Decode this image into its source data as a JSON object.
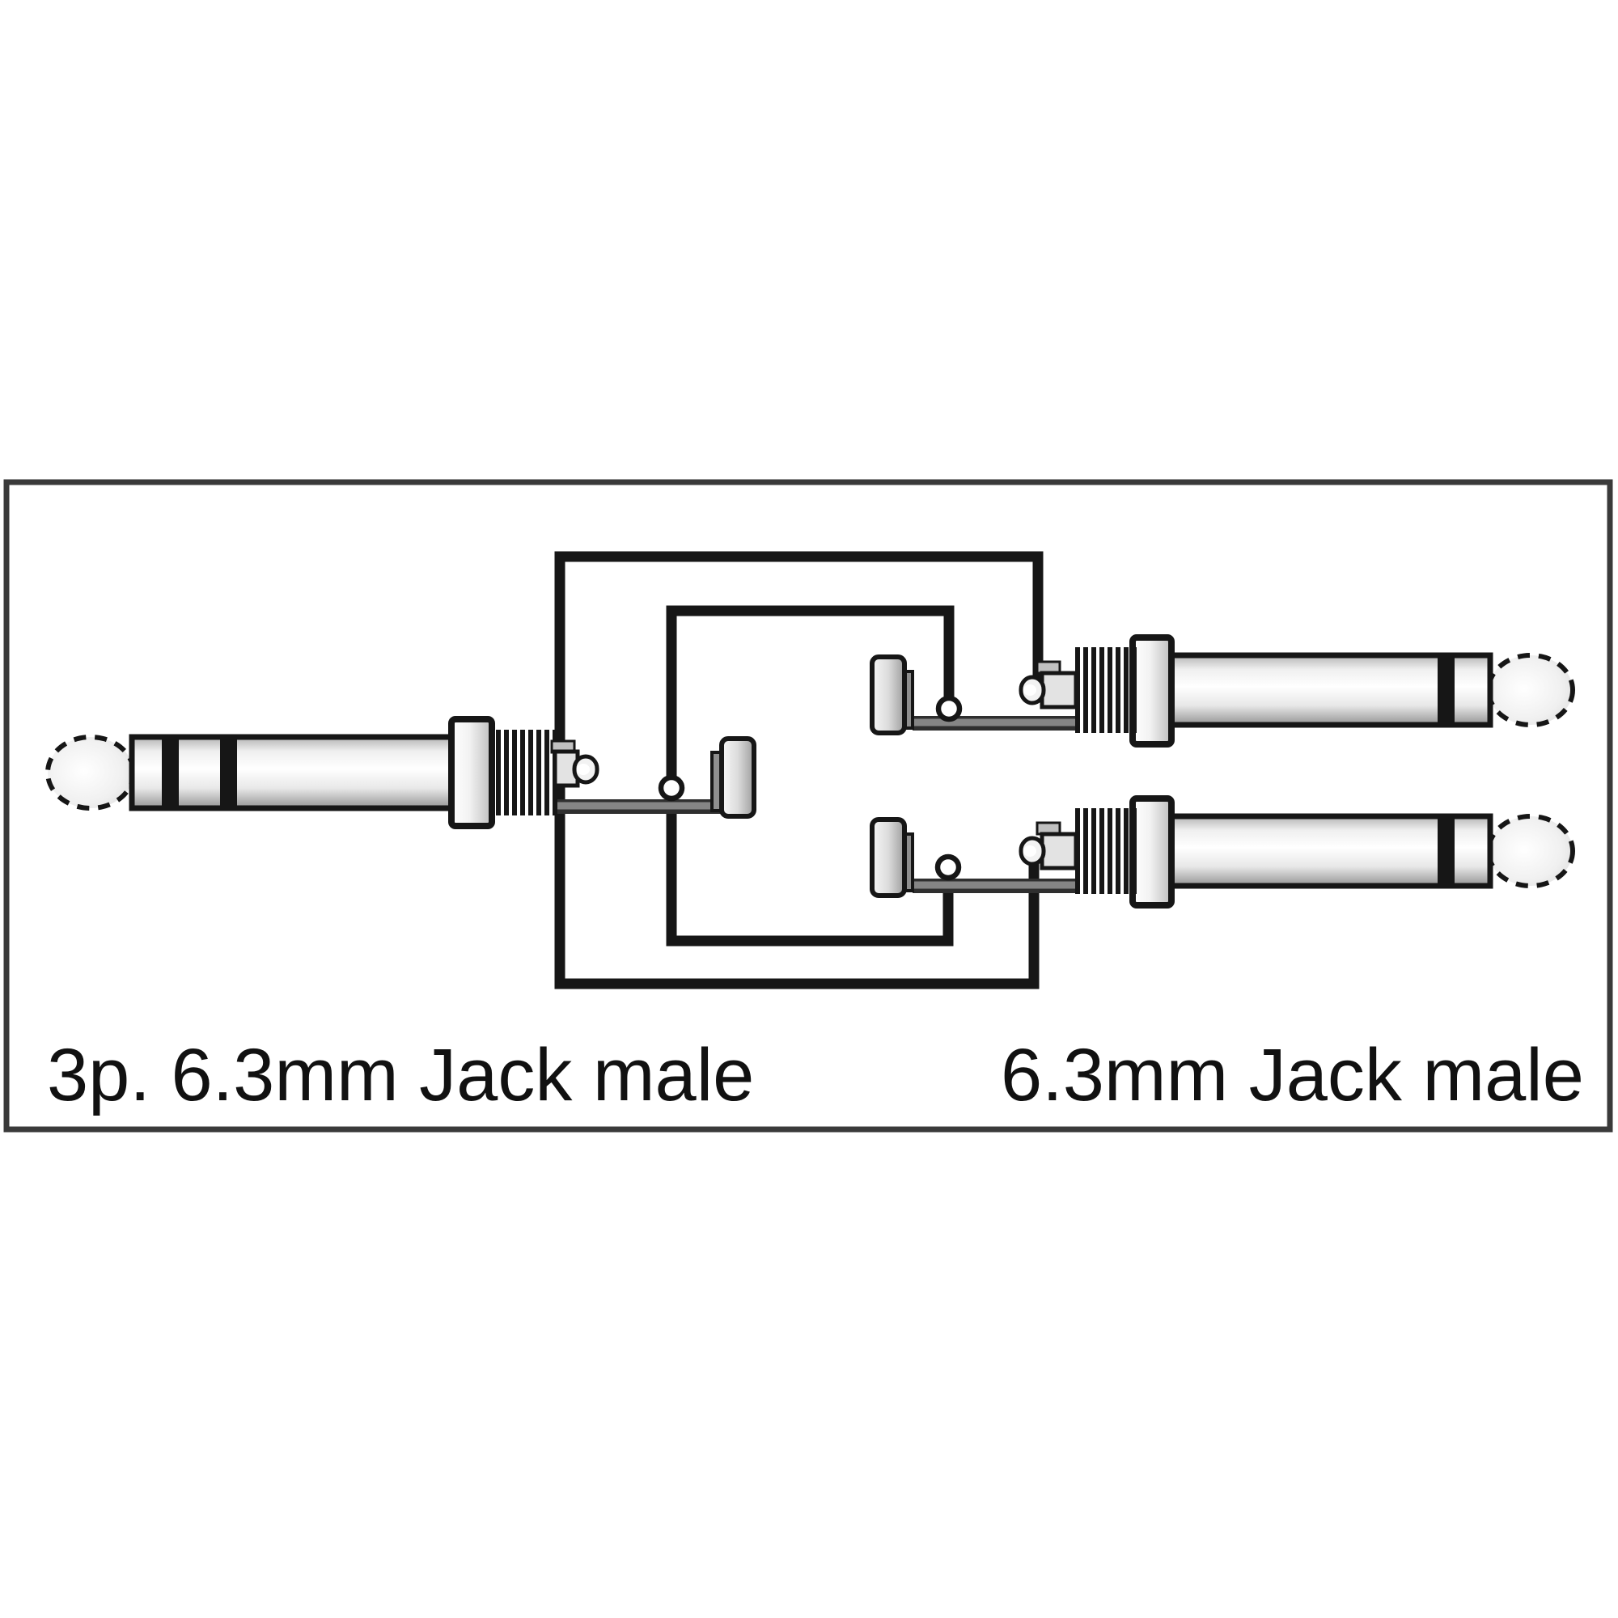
{
  "page": {
    "background": "#ffffff"
  },
  "diagram": {
    "type": "adapter-cable-wiring-diagram",
    "labels": {
      "left_connector": "3p. 6.3mm Jack male",
      "right_connector": "6.3mm Jack male"
    },
    "connectors": [
      {
        "id": "left-trs-plug",
        "label": "3p. 6.3mm Jack male",
        "type": "6.3mm stereo jack plug, 3-pole (TRS)",
        "orientation": "tip pointing left",
        "rings_on_shaft": 2
      },
      {
        "id": "upper-ts-plug",
        "label": "6.3mm Jack male",
        "type": "6.3mm mono jack plug (TS)",
        "orientation": "tip pointing right",
        "rings_on_shaft": 1
      },
      {
        "id": "lower-ts-plug",
        "label": "6.3mm Jack male",
        "type": "6.3mm mono jack plug (TS)",
        "orientation": "tip pointing right",
        "rings_on_shaft": 1
      }
    ],
    "wires": [
      {
        "id": "tip-wire",
        "from": "left-trs-plug tip terminal",
        "to": "upper-ts-plug tip terminal",
        "route": "up and over (outer top loop)"
      },
      {
        "id": "ring-wire",
        "from": "left-trs-plug ring terminal",
        "to": "lower-ts-plug tip terminal",
        "route": "down and under (outer bottom loop)"
      },
      {
        "id": "sleeve-wire-upper",
        "from": "left-trs-plug sleeve junction",
        "to": "upper-ts-plug sleeve junction",
        "route": "up and over (inner top loop)"
      },
      {
        "id": "sleeve-wire-lower",
        "from": "left-trs-plug sleeve junction",
        "to": "lower-ts-plug sleeve junction",
        "route": "down and under (inner bottom loop)"
      }
    ],
    "solder_junctions": 3,
    "colors": {
      "background": "#ffffff",
      "border": "#3a3a3a",
      "wire": "#161616",
      "outline": "#161616",
      "bar_dark": "#2f2f2f",
      "bar_light": "#858585",
      "lug_tab": "#8f8f8f",
      "text": "#111111"
    }
  }
}
